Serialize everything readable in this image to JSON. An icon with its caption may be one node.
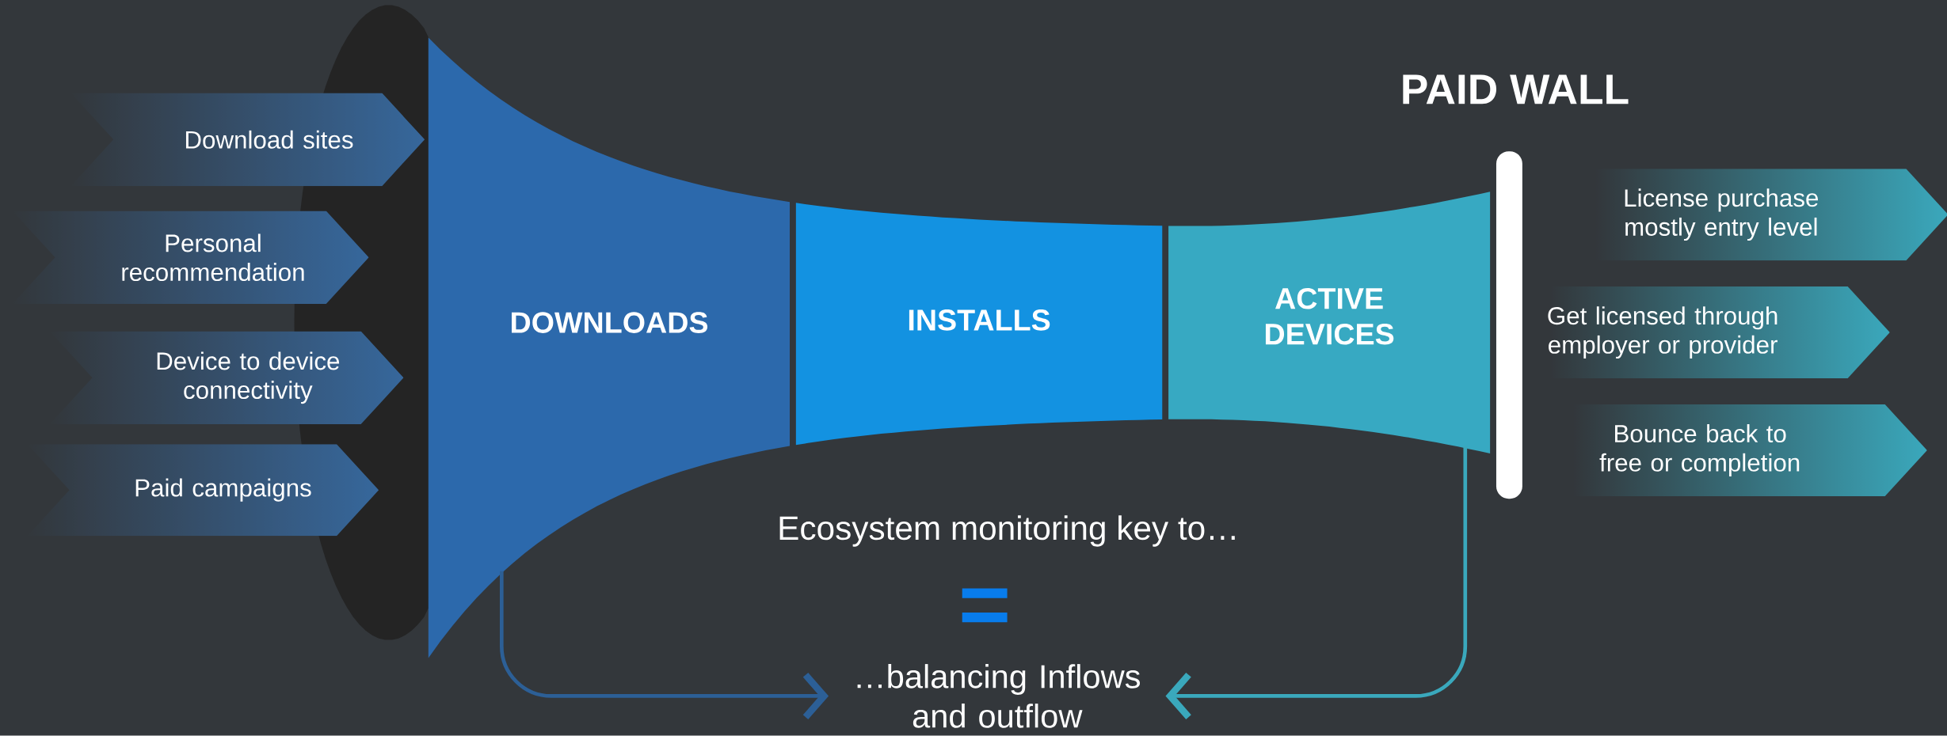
{
  "diagram": {
    "nodes": [
      {
        "text": [
          "Download sites"
        ]
      },
      {
        "text": [
          "Personal recommendation"
        ]
      },
      {
        "text": [
          "Device to device connectivity"
        ]
      },
      {
        "text": [
          "Paid campaigns"
        ]
      },
      {
        "text": [
          "DOWNLOADS"
        ]
      },
      {
        "text": [
          "INSTALLS"
        ]
      },
      {
        "text": [
          "ACTIVE DEVICES"
        ]
      },
      {
        "text": [
          "PAID WALL"
        ]
      },
      {
        "text": [
          "License purchase mostly entry level"
        ]
      },
      {
        "text": [
          "Get licensed through employer or provider"
        ]
      },
      {
        "text": [
          "Bounce back to free or completion"
        ]
      },
      {
        "text": [
          "…balancing Inflows and outflow"
        ]
      },
      {
        "text": [],
        "shape": "ellipse"
      }
    ],
    "edges": [
      {
        "from": 4,
        "to": 11,
        "arrow": "to"
      },
      {
        "from": 6,
        "to": 11,
        "arrow": "to",
        "color": "#3aa8bc"
      }
    ],
    "labels": [
      "Ecosystem monitoring key to…",
      "="
    ]
  }
}
